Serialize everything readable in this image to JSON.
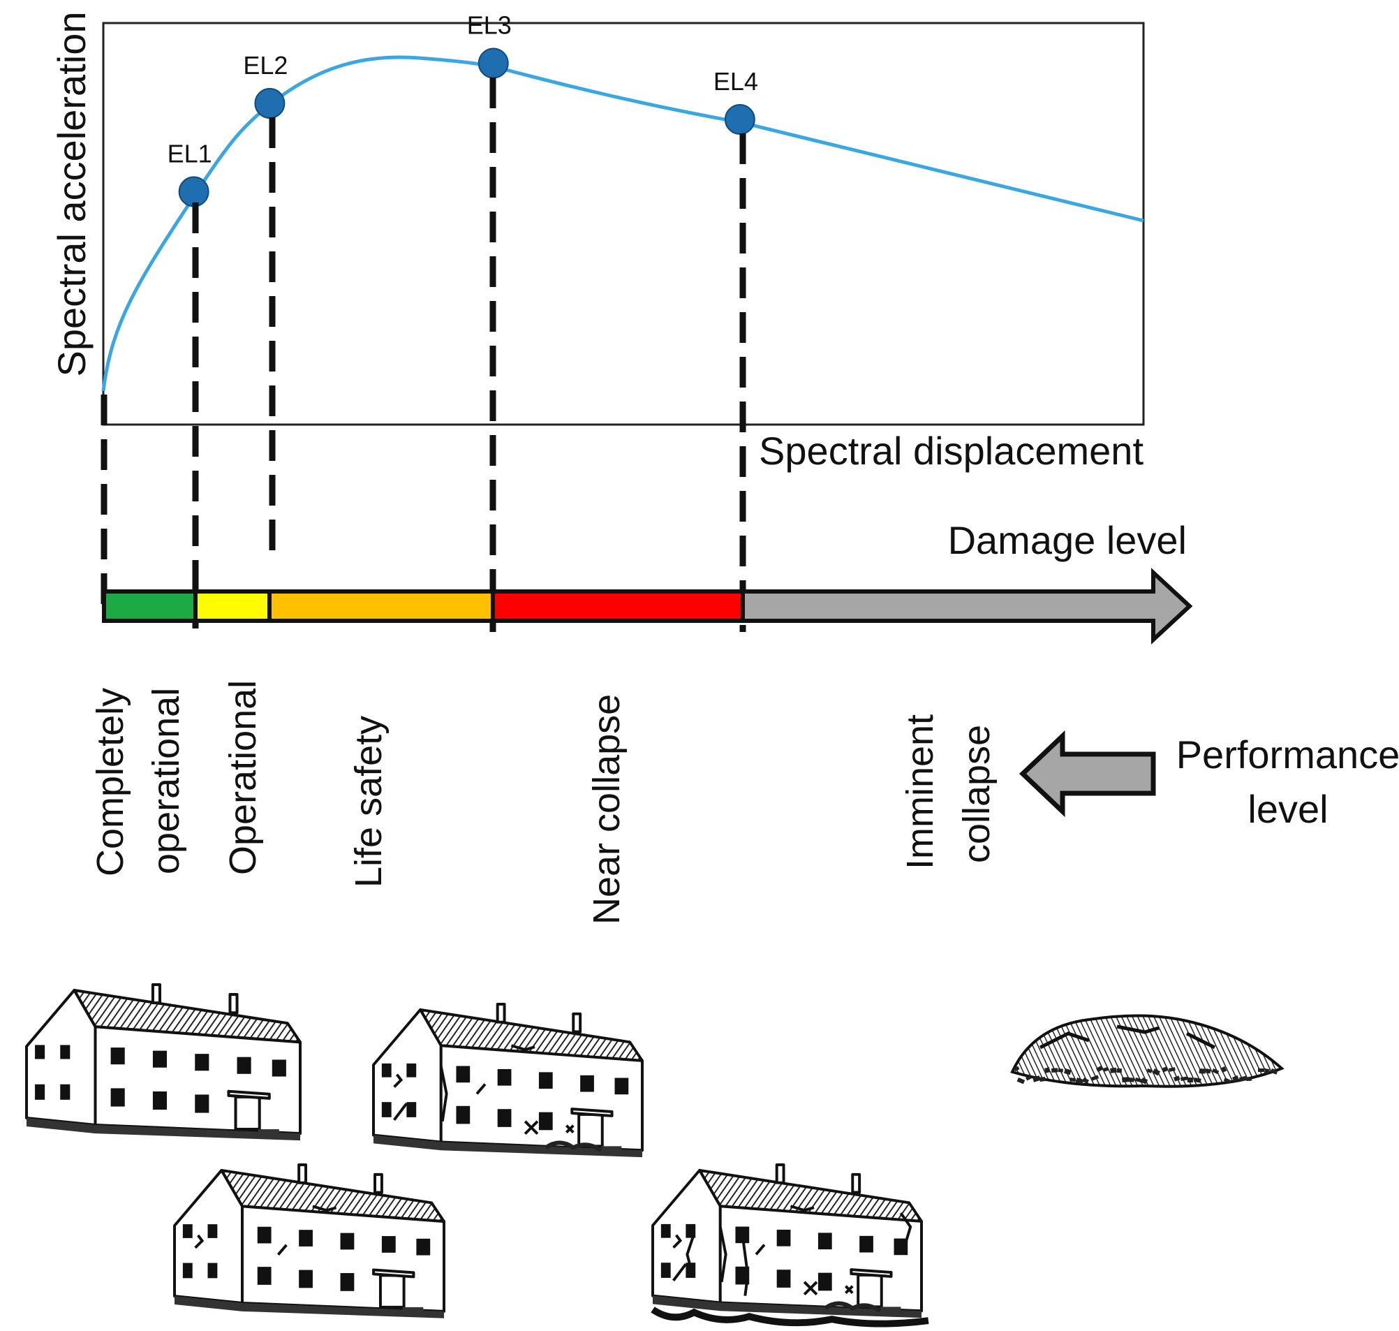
{
  "capacity_curve": {
    "x_axis_label": "Spectral displacement",
    "y_axis_label": "Spectral acceleration",
    "curve_color": "#3aa7e2",
    "marker_color": "#1f6fb0",
    "points": [
      {
        "label": "EL1",
        "disp": 0.087,
        "acc": 0.58
      },
      {
        "label": "EL2",
        "disp": 0.16,
        "acc": 0.8
      },
      {
        "label": "EL3",
        "disp": 0.375,
        "acc": 0.9
      },
      {
        "label": "EL4",
        "disp": 0.612,
        "acc": 0.76
      }
    ]
  },
  "damage_bar": {
    "label": "Damage level",
    "segments": [
      {
        "color": "#1daa45"
      },
      {
        "color": "#fffb00"
      },
      {
        "color": "#ffc000"
      },
      {
        "color": "#ff0000"
      },
      {
        "color": "#a6a6a6"
      }
    ]
  },
  "performance": {
    "label_line1": "Performance",
    "label_line2": "level",
    "arrow_color": "#a6a6a6",
    "levels": [
      {
        "line1": "Completely",
        "line2": "operational"
      },
      {
        "line1": "Operational"
      },
      {
        "line1": "Life safety"
      },
      {
        "line1": "Near collapse"
      },
      {
        "line1": "Imminent",
        "line2": "collapse"
      }
    ]
  },
  "buildings": [
    {
      "name": "building-undamaged-icon"
    },
    {
      "name": "building-slight-damage-icon"
    },
    {
      "name": "building-moderate-damage-icon"
    },
    {
      "name": "building-heavy-damage-icon"
    },
    {
      "name": "building-collapsed-icon"
    }
  ]
}
